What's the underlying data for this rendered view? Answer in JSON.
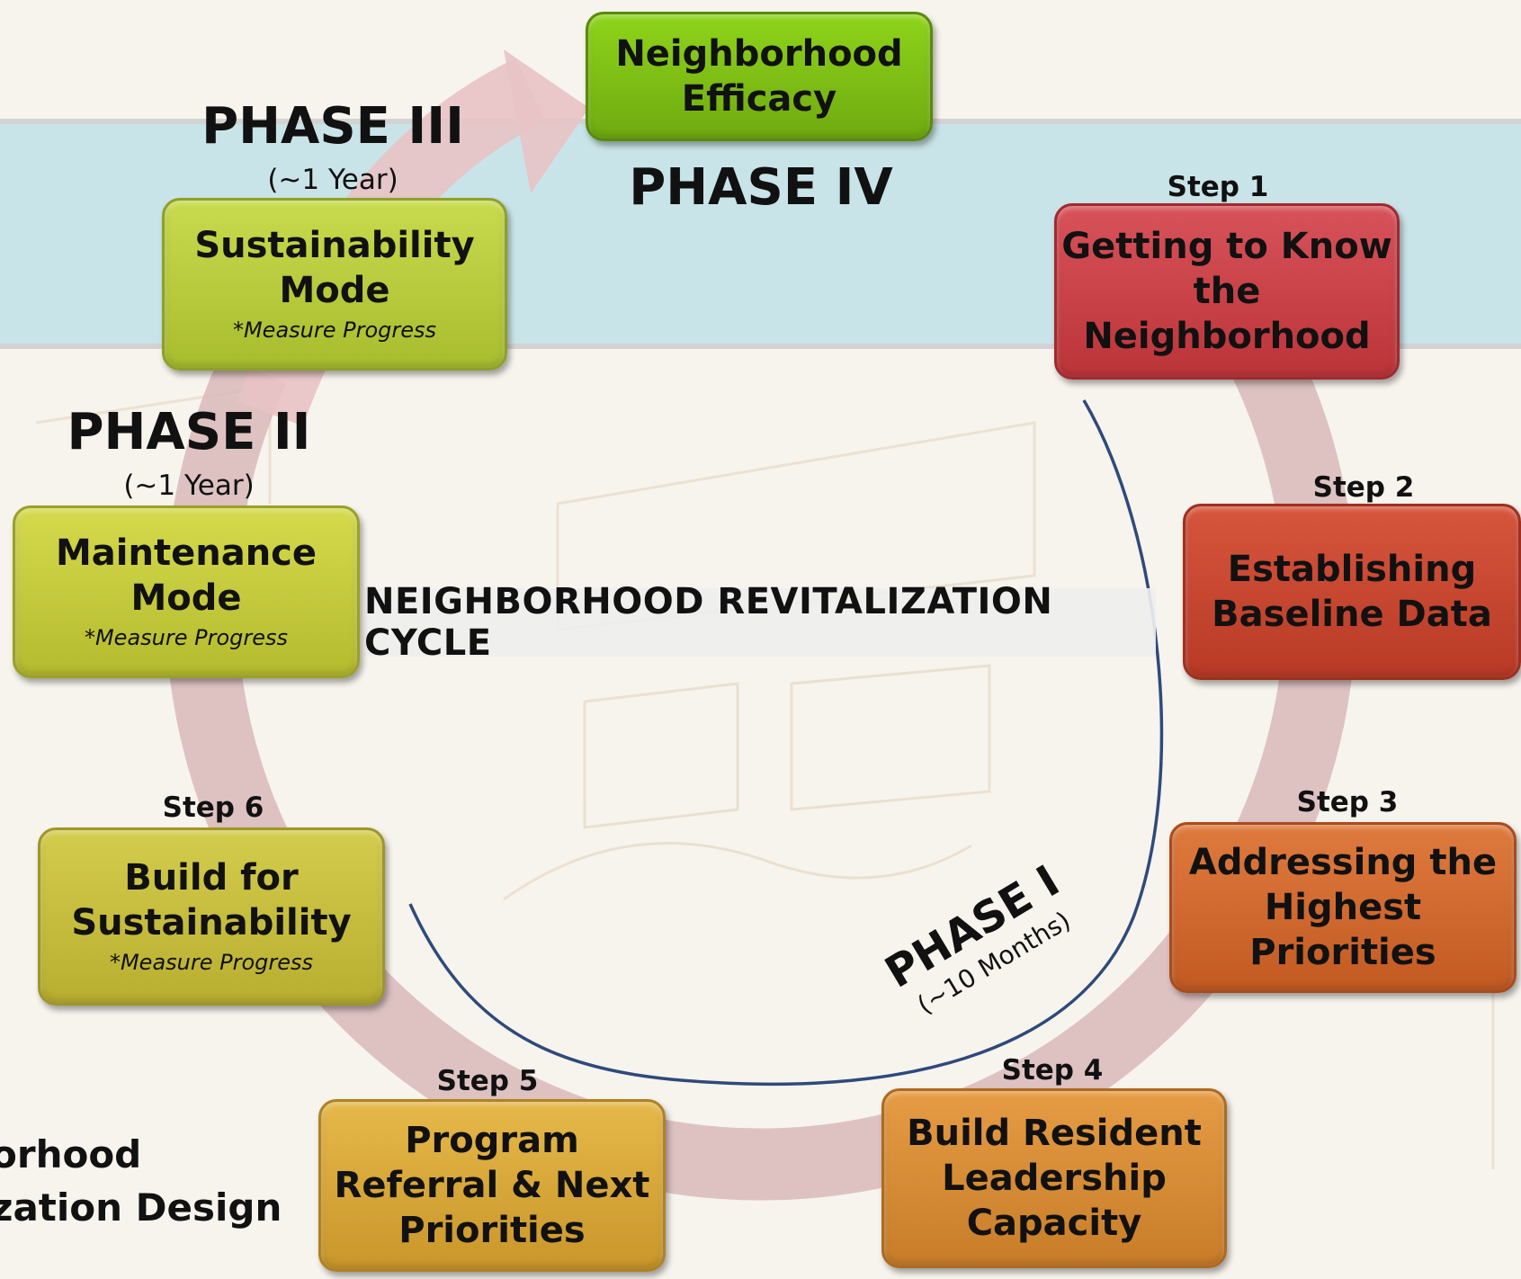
{
  "colors": {
    "band": "#c9e4e8",
    "ring": "#d9b9ba",
    "arc": "#2e4a7c",
    "efficacy": "#7fc014",
    "sustainability_mode": "#b9cd3c",
    "maintenance_mode": "#c6cc3a",
    "build_sustainability": "#c8c13a",
    "program_referral": "#ddaa3a",
    "build_resident": "#d98e35",
    "addressing": "#d3682e",
    "baseline": "#c9452e",
    "getting_to_know": "#cc3f45"
  },
  "boxes": {
    "efficacy": {
      "label": "Neighborhood\nEfficacy"
    },
    "sustainability_mode": {
      "label": "Sustainability\nMode",
      "note": "*Measure Progress"
    },
    "maintenance_mode": {
      "label": "Maintenance\nMode",
      "note": "*Measure Progress"
    },
    "build_sustainability": {
      "label": "Build for\nSustainability",
      "note": "*Measure Progress"
    },
    "program_referral": {
      "label": "Program\nReferral & Next\nPriorities"
    },
    "build_resident": {
      "label": "Build Resident\nLeadership\nCapacity"
    },
    "addressing": {
      "label": "Addressing the\nHighest\nPriorities"
    },
    "baseline": {
      "label": "Establishing\nBaseline Data"
    },
    "getting_to_know": {
      "label": "Getting to Know\nthe\nNeighborhood"
    }
  },
  "steps": {
    "step1": "Step 1",
    "step2": "Step 2",
    "step3": "Step 3",
    "step4": "Step 4",
    "step5": "Step 5",
    "step6": "Step 6"
  },
  "phases": {
    "p1": {
      "title": "PHASE I",
      "duration": "(~10 Months)"
    },
    "p2": {
      "title": "PHASE II",
      "duration": "(~1 Year)"
    },
    "p3": {
      "title": "PHASE III",
      "duration": "(~1 Year)"
    },
    "p4": {
      "title": "PHASE IV"
    }
  },
  "cycle_label": "NEIGHBORHOOD  REVITALIZATION CYCLE",
  "brand": "orhood\nzation Design"
}
